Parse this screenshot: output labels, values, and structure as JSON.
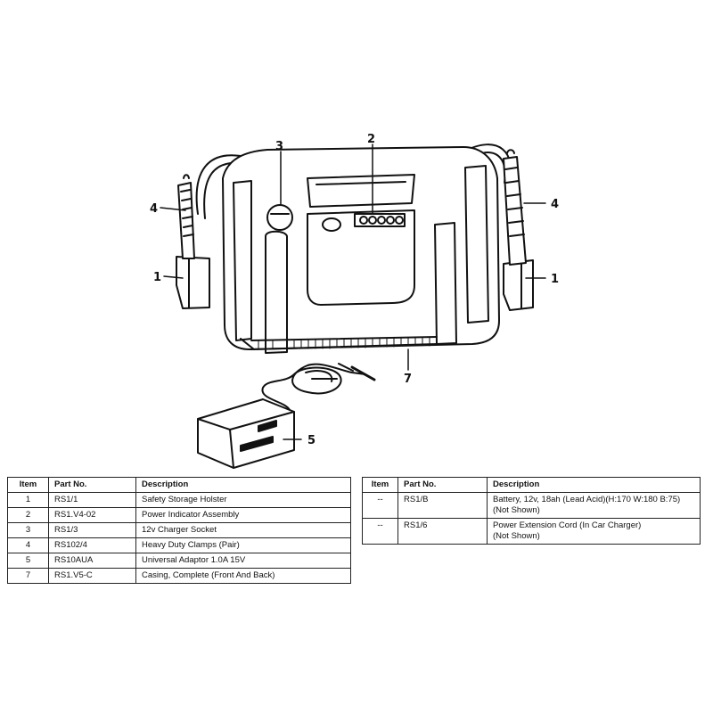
{
  "callouts": {
    "c1_left": "1",
    "c1_right": "1",
    "c2": "2",
    "c3": "3",
    "c4_left": "4",
    "c4_right": "4",
    "c5": "5",
    "c7": "7"
  },
  "table_left": {
    "headers": [
      "Item",
      "Part No.",
      "Description"
    ],
    "rows": [
      [
        "1",
        "RS1/1",
        "Safety Storage Holster"
      ],
      [
        "2",
        "RS1.V4-02",
        "Power Indicator Assembly"
      ],
      [
        "3",
        "RS1/3",
        "12v Charger Socket"
      ],
      [
        "4",
        "RS102/4",
        "Heavy Duty Clamps (Pair)"
      ],
      [
        "5",
        "RS10AUA",
        "Universal Adaptor 1.0A 15V"
      ],
      [
        "7",
        "RS1.V5-C",
        "Casing, Complete (Front And Back)"
      ]
    ]
  },
  "table_right": {
    "headers": [
      "Item",
      "Part No.",
      "Description"
    ],
    "rows": [
      [
        "--",
        "RS1/B",
        "Battery, 12v, 18ah (Lead Acid)(H:170 W:180 B:75)",
        "(Not Shown)"
      ],
      [
        "--",
        "RS1/6",
        "Power Extension Cord (In Car Charger)",
        "(Not Shown)"
      ]
    ]
  }
}
